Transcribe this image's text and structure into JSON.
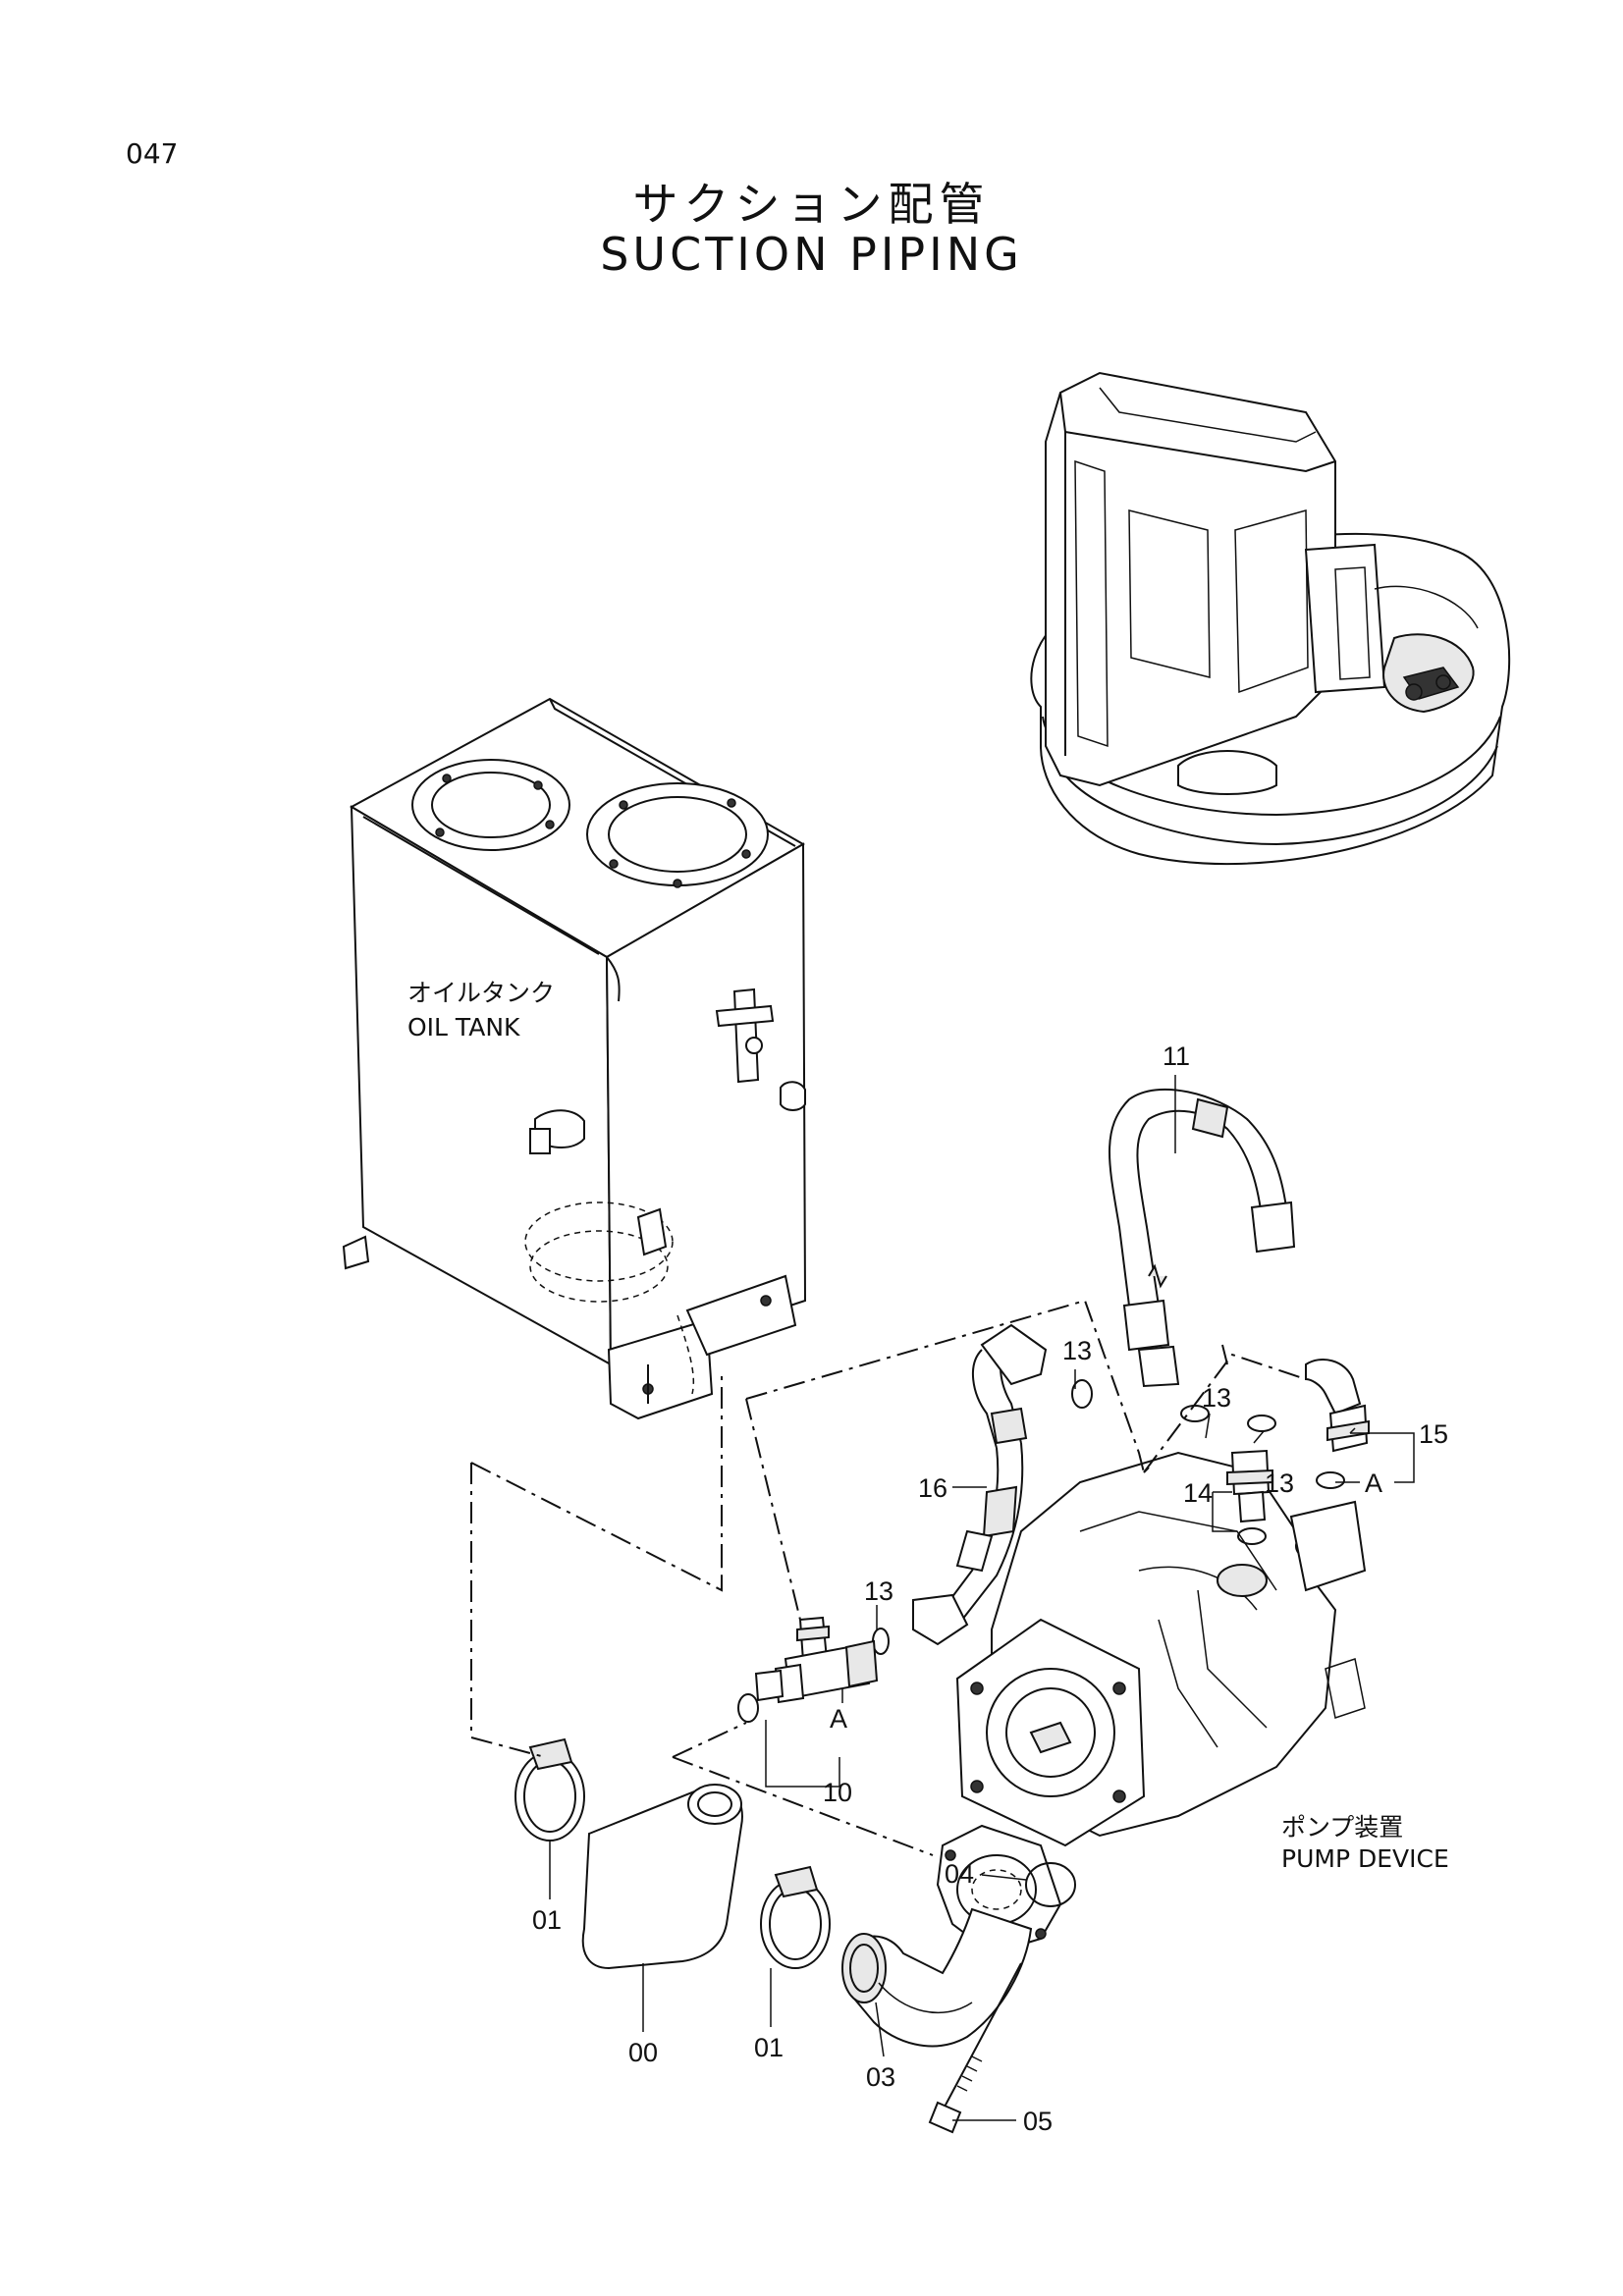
{
  "page": {
    "number": "047",
    "title_jp": "サクション配管",
    "title_en": "SUCTION PIPING"
  },
  "captions": {
    "oil_tank_jp": "オイルタンク",
    "oil_tank_en": "OIL TANK",
    "pump_device_jp": "ポンプ装置",
    "pump_device_en": "PUMP DEVICE"
  },
  "callouts": [
    {
      "id": "11",
      "text": "11"
    },
    {
      "id": "13a",
      "text": "13"
    },
    {
      "id": "13b",
      "text": "13"
    },
    {
      "id": "13c",
      "text": "13"
    },
    {
      "id": "13d",
      "text": "13"
    },
    {
      "id": "15",
      "text": "15"
    },
    {
      "id": "A1",
      "text": "A"
    },
    {
      "id": "14",
      "text": "14"
    },
    {
      "id": "16",
      "text": "16"
    },
    {
      "id": "A2",
      "text": "A"
    },
    {
      "id": "10",
      "text": "10"
    },
    {
      "id": "01a",
      "text": "01"
    },
    {
      "id": "00",
      "text": "00"
    },
    {
      "id": "01b",
      "text": "01"
    },
    {
      "id": "04",
      "text": "04"
    },
    {
      "id": "03",
      "text": "03"
    },
    {
      "id": "05",
      "text": "05"
    }
  ]
}
